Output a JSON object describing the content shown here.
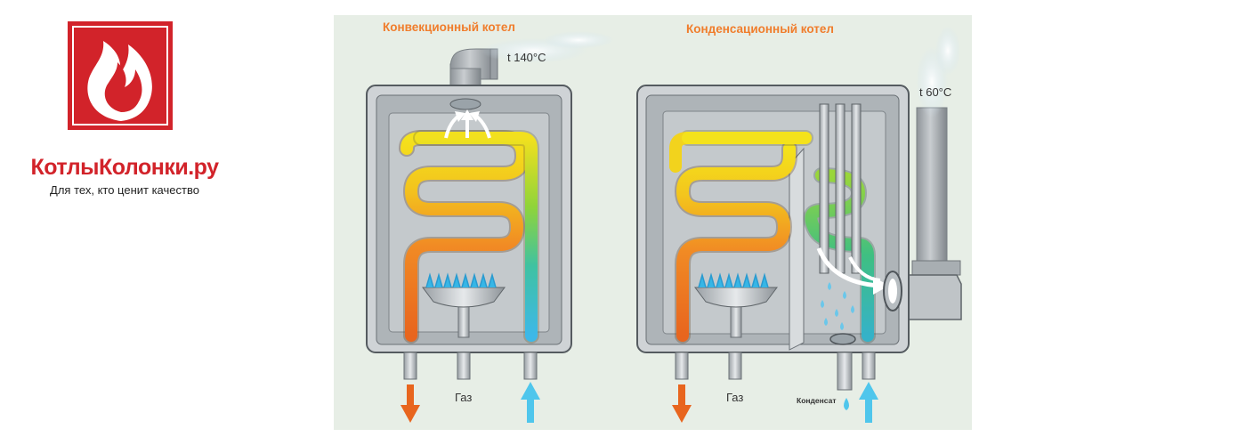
{
  "logo": {
    "name": "КотлыКолонки.ру",
    "tagline": "Для тех, кто ценит качество",
    "brand_color": "#d2232a"
  },
  "diagram": {
    "background_color": "#e7eee6",
    "convection": {
      "title": "Конвекционный котел",
      "flue_temp": "t 140°C",
      "gas_label": "Газ"
    },
    "condensing": {
      "title": "Конденсационный котел",
      "flue_temp": "t 60°C",
      "gas_label": "Газ",
      "condensate_label": "Конденсат"
    },
    "colors": {
      "title": "#f07d2c",
      "hot_arrow": "#e8651e",
      "cold_arrow": "#4fc6ec",
      "flame": "#36b6e6",
      "droplet": "#6bc7ea"
    }
  }
}
